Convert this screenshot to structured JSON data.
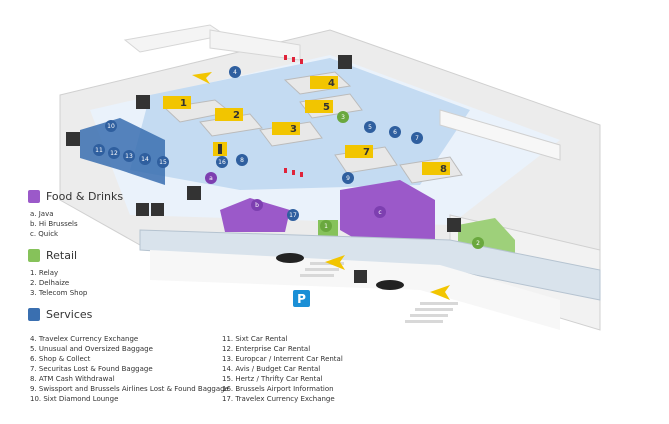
{
  "legend": {
    "food": {
      "title": "Food & Drinks",
      "color": "#9b59c9",
      "items": [
        "a.  Java",
        "b.  Hi Brussels",
        "c.  Quick"
      ]
    },
    "retail": {
      "title": "Retail",
      "color": "#86c25a",
      "items": [
        "1.  Relay",
        "2.  Delhaize",
        "3.  Telecom Shop"
      ]
    },
    "services": {
      "title": "Services",
      "color": "#3a6fb0",
      "left": [
        "4.   Travelex Currency Exchange",
        "5.   Unusual and Oversized Baggage",
        "6.   Shop & Collect",
        "7.   Securitas Lost & Found Baggage",
        "8.   ATM Cash Withdrawal",
        "9.   Swissport and Brussels Airlines Lost & Found Baggage",
        "10.  Sixt Diamond Lounge"
      ],
      "right": [
        "11.  Sixt Car Rental",
        "12.  Enterprise Car Rental",
        "13.  Europcar / Interrent Car Rental",
        "14.  Avis / Budget Car Rental",
        "15.  Hertz / Thrifty Car Rental",
        "16.  Brussels Airport Information",
        "17.  Travelex Currency Exchange"
      ]
    }
  },
  "map": {
    "carousels": [
      "1",
      "2",
      "3",
      "4",
      "5",
      "7",
      "8"
    ],
    "services_markers": [
      "4",
      "5",
      "6",
      "7",
      "8",
      "9",
      "10",
      "11",
      "12",
      "13",
      "14",
      "15",
      "16",
      "17"
    ],
    "food_markers": [
      "a",
      "b",
      "c"
    ],
    "retail_markers": [
      "1",
      "2",
      "3"
    ],
    "parking_label": "P",
    "colors": {
      "floor": "#eef4fb",
      "blue_floor": "#bcd6f0",
      "wall": "#e3e3e3",
      "service": "#2f5f9f",
      "food": "#9b59c9",
      "retail": "#86c25a",
      "baggage": "#f2c500",
      "parking": "#1a8fd6",
      "arrow": "#f2c500"
    }
  }
}
